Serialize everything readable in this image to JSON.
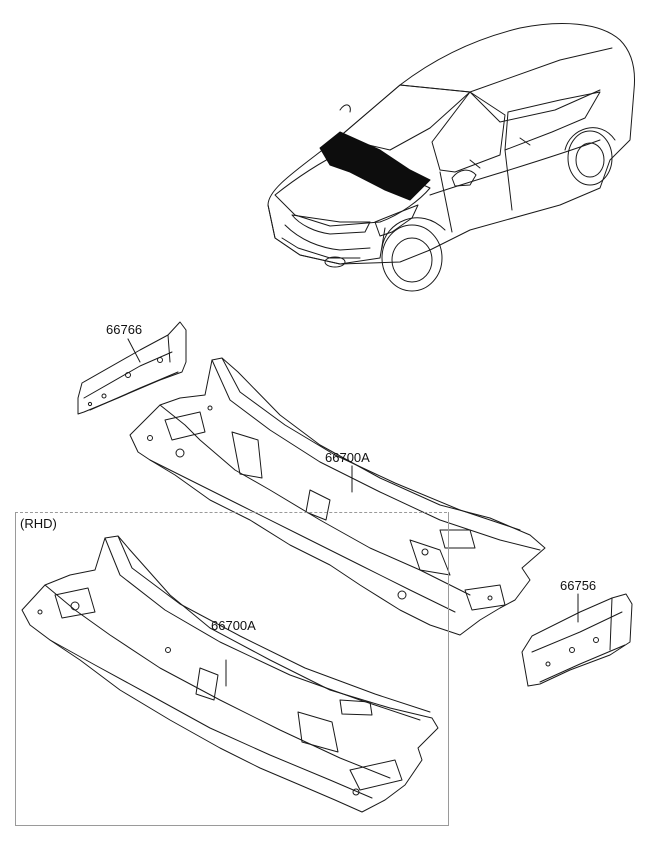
{
  "figure": {
    "parts": [
      {
        "number": "66766"
      },
      {
        "number": "66700A"
      },
      {
        "number": "66756"
      }
    ],
    "rhd_section": {
      "label": "(RHD)",
      "part_number": "66700A"
    },
    "colors": {
      "line": "#1a1a1a",
      "highlight": "#0d0d0d",
      "frame": "#9a9a9a"
    }
  }
}
